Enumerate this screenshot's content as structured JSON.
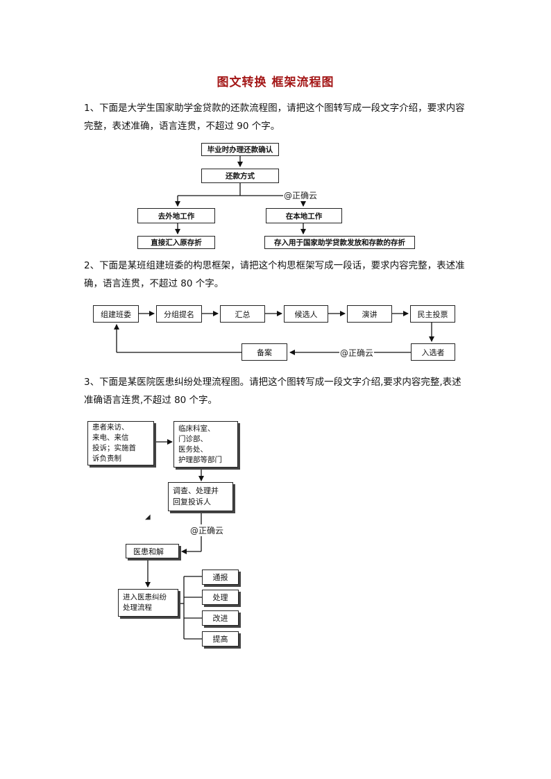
{
  "title": "图文转换 框架流程图",
  "questions": [
    {
      "text": "1、下面是大学生国家助学金贷款的还款流程图，请把这个图转写成一段文字介绍，要求内容完整，表述准确，语言连贯，不超过 90 个字。",
      "diagram": {
        "n1": "毕业时办理还款确认",
        "n2": "还款方式",
        "n3": "去外地工作",
        "n4": "在本地工作",
        "n5": "直接汇入原存折",
        "n6": "存入用于国家助学贷款发放和存款的存折"
      },
      "watermark": "@正确云"
    },
    {
      "text": "2、下面是某班组建班委的构思框架，请把这个构思框架写成一段话，要求内容完整，表述准确，语言连贯，不超过 80 个字。",
      "diagram": {
        "n1": "组建班委",
        "n2": "分组提名",
        "n3": "汇总",
        "n4": "候选人",
        "n5": "演讲",
        "n6": "民主投票",
        "n7": "入选者",
        "n8": "备案"
      },
      "watermark": "@正确云"
    },
    {
      "text": "3、下面是某医院医患纠纷处理流程图。请把这个图转写成一段文字介绍,要求内容完整,表述准确语言连贯,不超过 80 个字。",
      "diagram": {
        "n1": "患者来访、\n来电、来信\n投诉；实施首\n诉负责制",
        "n2": "临床科室、\n门诊部、\n医务处、\n护理部等部门",
        "n3": "调查、处理并\n回复投诉人",
        "n4": "医患和解",
        "n5": "进入医患纠纷\n处理流程",
        "n6": "通报",
        "n7": "处理",
        "n8": "改进",
        "n9": "提高"
      },
      "watermark": "@正确云"
    }
  ]
}
